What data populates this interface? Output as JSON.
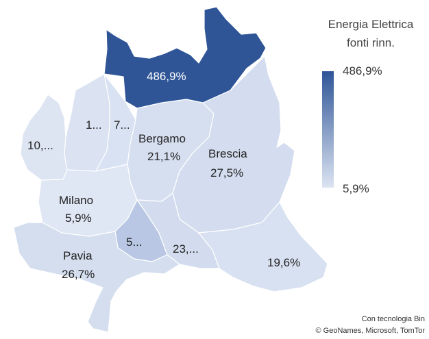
{
  "legend": {
    "title_line1": "Energia Elettrica",
    "title_line2": "fonti rinn.",
    "max_label": "486,9%",
    "min_label": "5,9%",
    "color_max": "#2f5597",
    "color_min": "#dce4f2"
  },
  "regions": {
    "sondrio": {
      "value": "486,9%"
    },
    "varese": {
      "value": "10,..."
    },
    "como": {
      "value": "1..."
    },
    "lecco": {
      "value": "7..."
    },
    "bergamo": {
      "name": "Bergamo",
      "value": "21,1%"
    },
    "brescia": {
      "name": "Brescia",
      "value": "27,5%"
    },
    "milano": {
      "name": "Milano",
      "value": "5,9%"
    },
    "pavia": {
      "name": "Pavia",
      "value": "26,7%"
    },
    "lodi": {
      "value": "5..."
    },
    "cremona": {
      "value": "23,..."
    },
    "mantova": {
      "value": "19,6%"
    }
  },
  "attribution": {
    "line1": "Con tecnologia Bin",
    "line2": "© GeoNames, Microsoft, TomTor"
  }
}
